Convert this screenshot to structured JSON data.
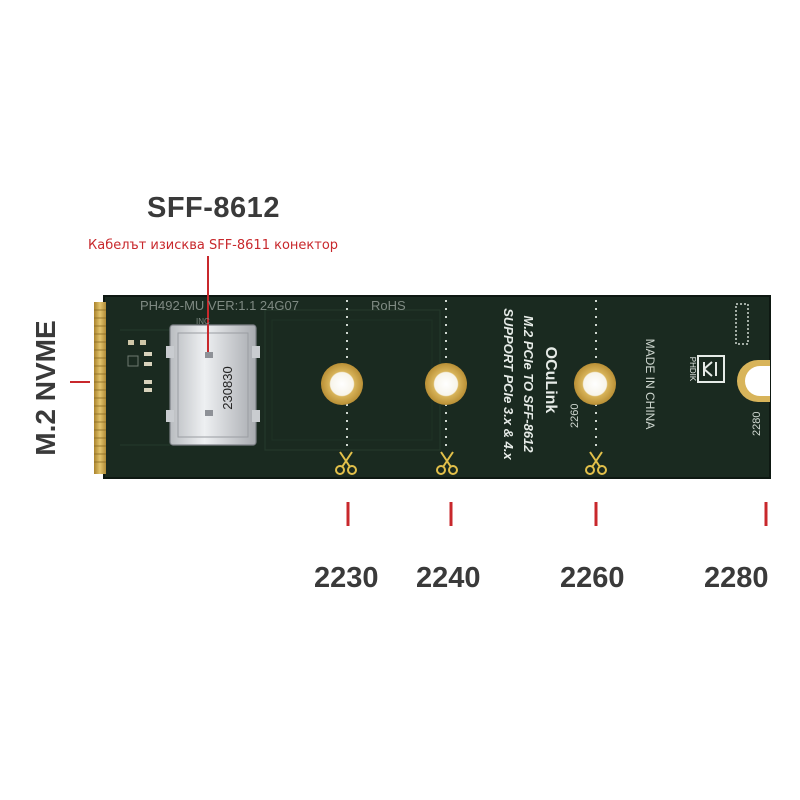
{
  "connector_label": "SFF-8612",
  "connector_note": "Кабелът изисква SFF-8611 конектор",
  "interface_label": "M.2 NVME",
  "lengths": [
    "2230",
    "2240",
    "2260",
    "2280"
  ],
  "board": {
    "model_text": "PH492-MU  VER:1.1  24G07",
    "rohs_text": "RoHS",
    "chip_text": "230830",
    "ver_small": "INC",
    "title_text": "OCuLink",
    "line1": "M.2 PCIe TO SFF-8612",
    "line2": "SUPPORT PCIe 3.x & 4.x",
    "made_in": "MADE IN CHINA",
    "brand": "PHDIK",
    "hole_labels": [
      "2260",
      "2280"
    ],
    "colors": {
      "pcb": "#1b2a20",
      "gold": "#c9a24a",
      "accent_red": "#c8282c"
    }
  }
}
